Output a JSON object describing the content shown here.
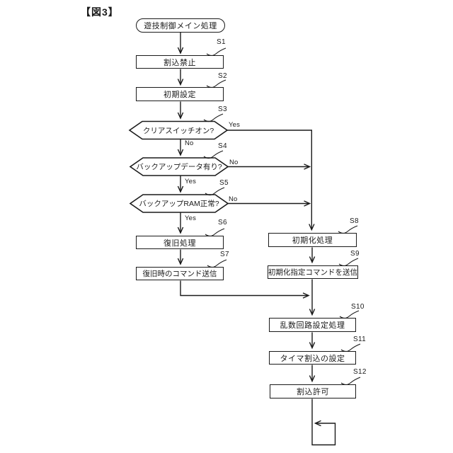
{
  "figure_label": "【図3】",
  "branch_labels": {
    "yes": "Yes",
    "no": "No"
  },
  "nodes": {
    "start": {
      "label": "遊技制御メイン処理"
    },
    "s1": {
      "step": "S1",
      "label": "割込禁止"
    },
    "s2": {
      "step": "S2",
      "label": "初期設定"
    },
    "s3": {
      "step": "S3",
      "label": "クリアスイッチオン?"
    },
    "s4": {
      "step": "S4",
      "label": "バックアップデータ有り?"
    },
    "s5": {
      "step": "S5",
      "label": "バックアップRAM正常?"
    },
    "s6": {
      "step": "S6",
      "label": "復旧処理"
    },
    "s7": {
      "step": "S7",
      "label": "復旧時のコマンド送信"
    },
    "s8": {
      "step": "S8",
      "label": "初期化処理"
    },
    "s9": {
      "step": "S9",
      "label": "初期化指定コマンドを送信"
    },
    "s10": {
      "step": "S10",
      "label": "乱数回路設定処理"
    },
    "s11": {
      "step": "S11",
      "label": "タイマ割込の設定"
    },
    "s12": {
      "step": "S12",
      "label": "割込許可"
    }
  },
  "colors": {
    "line": "#1a1a1a",
    "background": "#ffffff"
  }
}
